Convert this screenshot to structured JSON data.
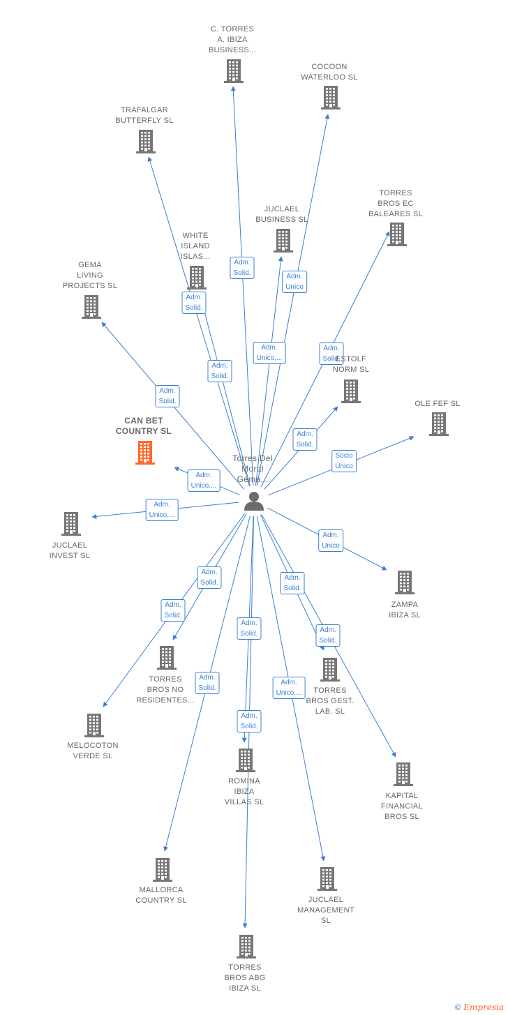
{
  "center": {
    "name": "Torres Del Moral Gema...",
    "lines": [
      "Torres Del",
      "Moral",
      "Gema..."
    ]
  },
  "colors": {
    "edge": "#3a7fd5",
    "node": "#777777",
    "highlight": "#ff6a2c"
  },
  "nodes": [
    {
      "id": "c_torres",
      "lines": [
        "C.  TORRES",
        "A. IBIZA",
        "BUSINESS..."
      ]
    },
    {
      "id": "cocoon",
      "lines": [
        "COCOON",
        "WATERLOO SL"
      ]
    },
    {
      "id": "trafalgar",
      "lines": [
        "TRAFALGAR",
        "BUTTERFLY SL"
      ]
    },
    {
      "id": "torres_ec",
      "lines": [
        "TORRES",
        "BROS EC",
        "BALEARES  SL"
      ]
    },
    {
      "id": "juclael_business",
      "lines": [
        "JUCLAEL",
        "BUSINESS  SL"
      ]
    },
    {
      "id": "white_island",
      "lines": [
        "WHITE",
        "ISLAND",
        "ISLAS..."
      ]
    },
    {
      "id": "gema_living",
      "lines": [
        "GEMA",
        "LIVING",
        "PROJECTS SL"
      ]
    },
    {
      "id": "estolf",
      "lines": [
        "ESTOLF",
        "NORM  SL"
      ]
    },
    {
      "id": "ole_fef",
      "lines": [
        "OLE FEF  SL"
      ]
    },
    {
      "id": "can_bet",
      "lines": [
        "CAN BET",
        "COUNTRY  SL"
      ],
      "highlight": true
    },
    {
      "id": "juclael_invest",
      "lines": [
        "JUCLAEL",
        "INVEST  SL"
      ]
    },
    {
      "id": "zampa",
      "lines": [
        "ZAMPA",
        "IBIZA  SL"
      ]
    },
    {
      "id": "torres_no_res",
      "lines": [
        "TORRES",
        "BROS NO",
        "RESIDENTES..."
      ]
    },
    {
      "id": "torres_gest",
      "lines": [
        "TORRES",
        "BROS GEST.",
        "LAB.  SL"
      ]
    },
    {
      "id": "melocoton",
      "lines": [
        "MELOCOTON",
        "VERDE SL"
      ]
    },
    {
      "id": "romina",
      "lines": [
        "ROMINA",
        "IBIZA",
        "VILLAS  SL"
      ]
    },
    {
      "id": "kapital",
      "lines": [
        "KAPITAL",
        "FINANCIAL",
        "BROS  SL"
      ]
    },
    {
      "id": "mallorca",
      "lines": [
        "MALLORCA",
        "COUNTRY SL"
      ]
    },
    {
      "id": "juclael_mgmt",
      "lines": [
        "JUCLAEL",
        "MANAGEMENT",
        "SL"
      ]
    },
    {
      "id": "torres_abg",
      "lines": [
        "TORRES",
        "BROS ABG",
        "IBIZA  SL"
      ]
    }
  ],
  "edges": [
    {
      "to": "c_torres",
      "lines": [
        "Adm.",
        "Solid."
      ]
    },
    {
      "to": "cocoon",
      "lines": [
        "Adm.",
        "Unico"
      ]
    },
    {
      "to": "trafalgar",
      "lines": [
        "Adm.",
        "Solid."
      ]
    },
    {
      "to": "torres_ec",
      "lines": [
        "Adm.",
        "Solid."
      ]
    },
    {
      "to": "juclael_business",
      "lines": [
        "Adm.",
        "Unico,..."
      ]
    },
    {
      "to": "white_island",
      "lines": [
        "Adm.",
        "Solid."
      ]
    },
    {
      "to": "gema_living",
      "lines": [
        "Adm.",
        "Solid."
      ]
    },
    {
      "to": "estolf",
      "lines": [
        "Adm.",
        "Solid."
      ]
    },
    {
      "to": "ole_fef",
      "lines": [
        "Socio",
        "Único"
      ]
    },
    {
      "to": "can_bet",
      "lines": [
        "Adm.",
        "Unico,..."
      ]
    },
    {
      "to": "juclael_invest",
      "lines": [
        "Adm.",
        "Unico,..."
      ]
    },
    {
      "to": "zampa",
      "lines": [
        "Adm.",
        "Unico"
      ]
    },
    {
      "to": "torres_no_res",
      "lines": [
        "Adm.",
        "Solid."
      ]
    },
    {
      "to": "torres_gest",
      "lines": [
        "Adm.",
        "Solid."
      ]
    },
    {
      "to": "melocoton",
      "lines": [
        "Adm.",
        "Solid."
      ]
    },
    {
      "to": "romina",
      "lines": [
        "Adm.",
        "Solid."
      ]
    },
    {
      "to": "kapital",
      "lines": [
        "Adm.",
        "Solid."
      ]
    },
    {
      "to": "mallorca",
      "lines": [
        "Adm.",
        "Solid."
      ]
    },
    {
      "to": "juclael_mgmt",
      "lines": [
        "Adm.",
        "Unico,..."
      ]
    },
    {
      "to": "torres_abg",
      "lines": [
        "Adm.",
        "Solid."
      ]
    }
  ],
  "footer": {
    "copyright": "©",
    "brand": "Empresia"
  }
}
